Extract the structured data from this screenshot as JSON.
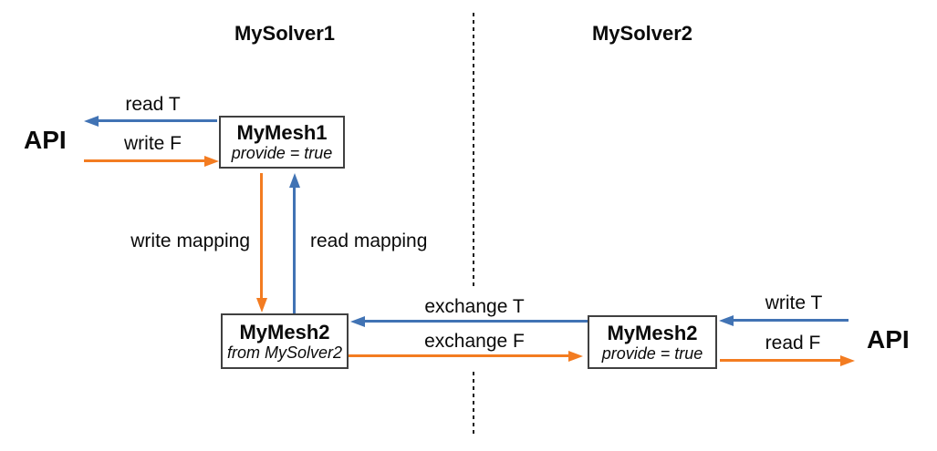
{
  "colors": {
    "blue": "#4173b4",
    "orange": "#f37c21",
    "ink": "#0a0a0a",
    "border": "#404040",
    "divider": "#1a1a1a"
  },
  "headers": {
    "solver1": "MySolver1",
    "solver2": "MySolver2"
  },
  "api": {
    "left": "API",
    "right": "API"
  },
  "boxes": {
    "mesh1": {
      "title": "MyMesh1",
      "subtitle": "provide = true"
    },
    "mesh2_left": {
      "title": "MyMesh2",
      "subtitle": "from MySolver2"
    },
    "mesh2_right": {
      "title": "MyMesh2",
      "subtitle": "provide = true"
    }
  },
  "arrows": {
    "read_t": {
      "label": "read T",
      "color": "blue",
      "direction": "left"
    },
    "write_f": {
      "label": "write F",
      "color": "orange",
      "direction": "right"
    },
    "write_mapping": {
      "label": "write mapping",
      "color": "orange",
      "direction": "down"
    },
    "read_mapping": {
      "label": "read mapping",
      "color": "blue",
      "direction": "up"
    },
    "exchange_t": {
      "label": "exchange T",
      "color": "blue",
      "direction": "left"
    },
    "exchange_f": {
      "label": "exchange F",
      "color": "orange",
      "direction": "right"
    },
    "write_t": {
      "label": "write T",
      "color": "blue",
      "direction": "left"
    },
    "read_f": {
      "label": "read F",
      "color": "orange",
      "direction": "right"
    }
  }
}
